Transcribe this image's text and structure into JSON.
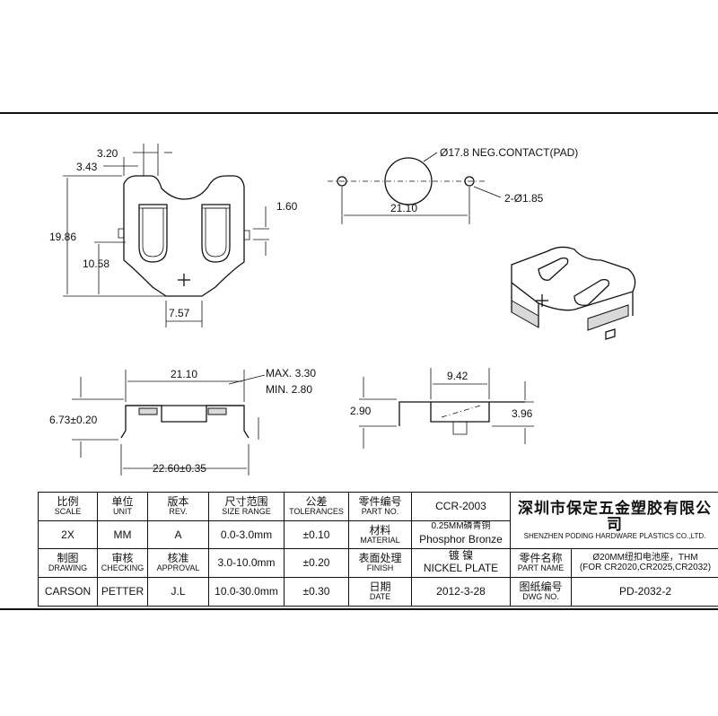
{
  "views": {
    "top": {
      "dims": {
        "d1": "3.20",
        "d2": "3.43",
        "d3": "19.86",
        "d4": "10.58",
        "d5": "1.60",
        "d6": "7.57"
      }
    },
    "contact": {
      "neg_contact": "Ø17.8 NEG.CONTACT(PAD)",
      "holes": "2-Ø1.85",
      "pitch": "21.10"
    },
    "front": {
      "width": "21.10",
      "max": "MAX. 3.30",
      "min": "MIN. 2.80",
      "height": "6.73±0.20",
      "base": "22.60±0.35"
    },
    "side": {
      "width": "9.42",
      "h_left": "2.90",
      "h_right": "3.96"
    }
  },
  "titleblock": {
    "scale_cn": "比例",
    "scale_en": "SCALE",
    "unit_cn": "单位",
    "unit_en": "UNIT",
    "rev_cn": "版本",
    "rev_en": "REV.",
    "size_cn": "尺寸范围",
    "size_en": "SIZE RANGE",
    "tol_cn": "公差",
    "tol_en": "TOLERANCES",
    "partno_cn": "零件编号",
    "partno_en": "PART NO.",
    "partno_val": "CCR-2003",
    "company_cn": "深圳市保定五金塑胶有限公司",
    "company_en": "SHENZHEN PODING HARDWARE PLASTICS CO.,LTD.",
    "scale_val": "2X",
    "unit_val": "MM",
    "rev_val": "A",
    "range1": "0.0-3.0mm",
    "tol1": "±0.10",
    "material_cn": "材料",
    "material_en": "MATERIAL",
    "material_val1": "0.25MM磷青铜",
    "material_val2": "Phosphor Bronze",
    "drawing_cn": "制图",
    "drawing_en": "DRAWING",
    "checking_cn": "审核",
    "checking_en": "CHECKING",
    "approval_cn": "核准",
    "approval_en": "APPROVAL",
    "range2": "3.0-10.0mm",
    "tol2": "±0.20",
    "finish_cn": "表面处理",
    "finish_en": "FINISH",
    "finish_val_cn": "镀 镍",
    "finish_val": "NICKEL PLATE",
    "partname_cn": "零件名称",
    "partname_en": "PART NAME",
    "partname_val1": "Ø20MM纽扣电池座，THM",
    "partname_val2": "(FOR CR2020,CR2025,CR2032)",
    "drawer": "CARSON",
    "checker": "PETTER",
    "approver": "J.L",
    "range3": "10.0-30.0mm",
    "tol3": "±0.30",
    "date_cn": "日期",
    "date_en": "DATE",
    "date_val": "2012-3-28",
    "dwgno_cn": "图纸编号",
    "dwgno_en": "DWG NO.",
    "dwgno_val": "PD-2032-2"
  }
}
